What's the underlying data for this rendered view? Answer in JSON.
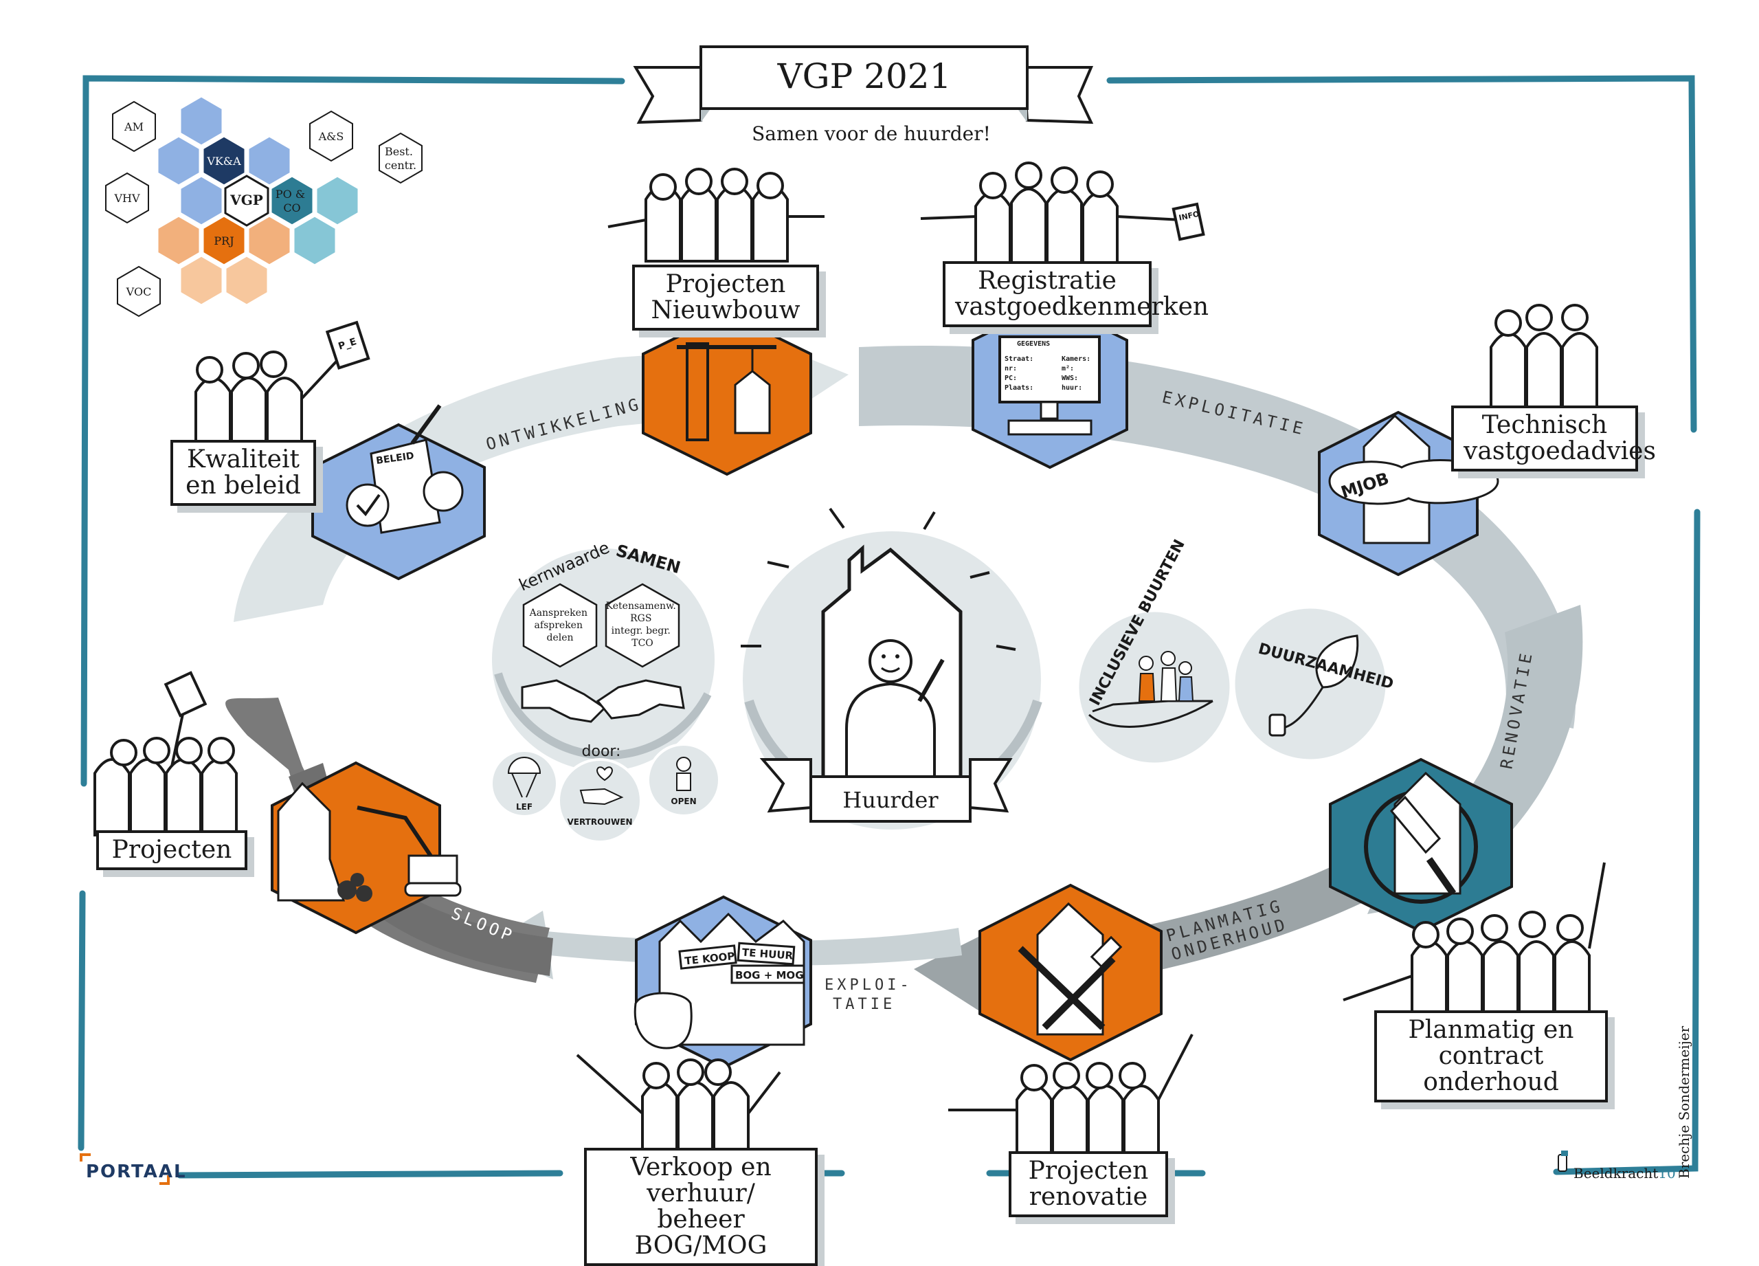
{
  "header": {
    "title": "VGP 2021",
    "subtitle": "Samen voor de huurder!"
  },
  "org_chart": {
    "cells": [
      "AM",
      "A&S",
      "VK&A",
      "Best.\ncentr.",
      "VHV",
      "VGP",
      "PO &\nCO",
      "PRJ",
      "VOC"
    ]
  },
  "cycle": {
    "arrows": [
      "ONTWIKKELING",
      "EXPLOITATIE",
      "RENOVATIE",
      "PLANMATIG\nONDERHOUD",
      "EXPLOI-\nTATIE",
      "SLOOP"
    ]
  },
  "teams": {
    "nieuwbouw": "Projecten\nNieuwbouw",
    "registratie": "Registratie\nvastgoedkenmerken",
    "kwaliteit": "Kwaliteit\nen beleid",
    "technisch": "Technisch\nvastgoedadvies",
    "projecten": "Projecten",
    "planmatig": "Planmatig en\ncontract onderhoud",
    "verkoop": "Verkoop en verhuur/\nbeheer BOG/MOG",
    "renovatie": "Projecten\nrenovatie"
  },
  "icon_text": {
    "pe": "P_E",
    "info": "INFO",
    "beleid": "BELEID",
    "gegevens_title": "GEGEVENS",
    "gegevens_left": "Straat:\nnr:\nPC:\nPlaats:",
    "gegevens_right": "Kamers:\nm²:\nWWS:\nhuur:",
    "mjob": "MJOB",
    "te_koop": "TE KOOP",
    "te_huur": "TE HUUR",
    "bog_mog": "BOG + MOG"
  },
  "center": {
    "kernwaarde": "kernwaarde",
    "samen": "SAMEN",
    "hex_left": "Aanspreken\nafspreken\ndelen",
    "hex_right": "Ketensamenw.\nRGS\nintegr. begr.\nTCO",
    "door": "door:",
    "values": [
      "LEF",
      "VERTROUWEN",
      "OPEN"
    ],
    "huurder": "Huurder",
    "inclusieve": "INCLUSIEVE BUURTEN",
    "duurzaamheid": "DUURZAAMHEID"
  },
  "footer": {
    "logo": "PORTAAL",
    "credit": "Beeldkracht",
    "credit_number": "10",
    "artist": "Brechje Sondermeijer"
  },
  "colors": {
    "frame": "#2e7f98",
    "orange": "#e5700f",
    "blue_light": "#8fb1e3",
    "teal_dark": "#2d7c93",
    "arrow_light": "#dde4e6",
    "arrow_mid": "#b8c2c6",
    "arrow_dark": "#7a7a7a",
    "navy": "#1e3a64",
    "peach": "#f2b07c",
    "peach_light": "#f7c79d",
    "teal_light": "#86c6d6"
  }
}
